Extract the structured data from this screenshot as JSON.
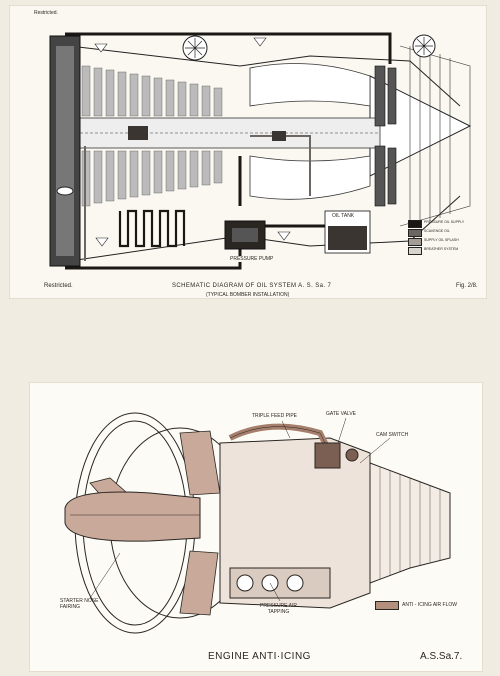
{
  "top_sheet": {
    "restricted_top": "Restricted.",
    "restricted_bottom": "Restricted.",
    "title": "SCHEMATIC DIAGRAM OF OIL SYSTEM A. S. Sa. 7",
    "subtitle": "(TYPICAL BOMBER INSTALLATION)",
    "fig": "Fig. 2/8.",
    "pressure_pump": "PRESSURE PUMP",
    "oil_tank": "OIL TANK",
    "legend": [
      {
        "label": "PRESSURE OIL SUPPLY",
        "color": "#1a1715"
      },
      {
        "label": "SCAVENGE OIL",
        "color": "#6b6661"
      },
      {
        "label": "SUPPLY OIL SPLASH",
        "color": "#a39d96"
      },
      {
        "label": "BREATHER SYSTEM",
        "color": "#d8d3cc"
      }
    ]
  },
  "bottom_sheet": {
    "title": "ENGINE ANTI·ICING",
    "code": "A.S.Sa.7.",
    "labels": {
      "triple_feed_pipe": "TRIPLE FEED PIPE",
      "gate_valve": "GATE VALVE",
      "cam_switch": "CAM SWITCH",
      "starter_nose_fairing": "STARTER NOSE\nFAIRING",
      "pressure_air_tapping": "PRESSURE AIR\nTAPPING",
      "legend": "ANTI - ICING AIR FLOW"
    },
    "legend_color": "#b58f7e"
  }
}
